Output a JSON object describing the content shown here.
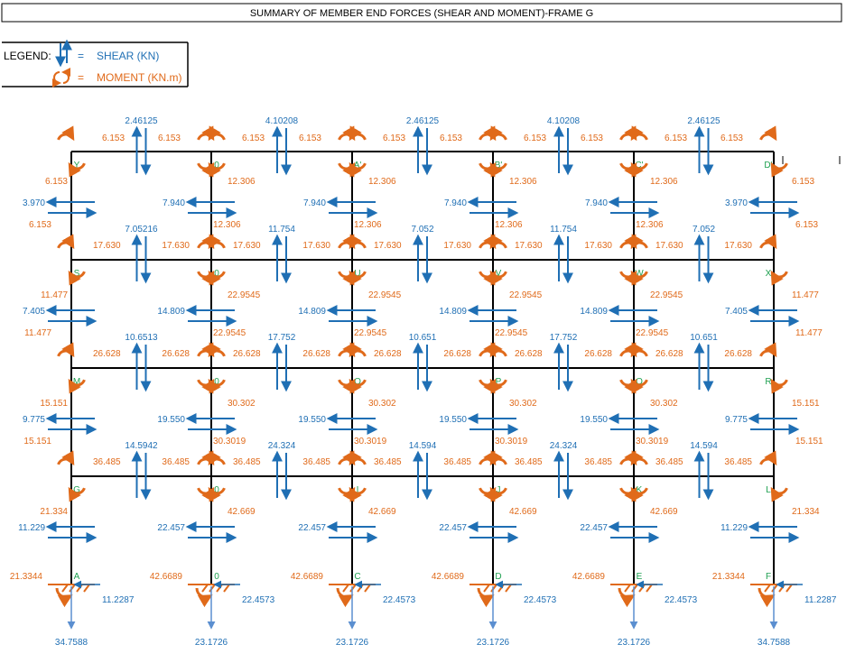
{
  "title": "SUMMARY OF MEMBER END FORCES (SHEAR AND MOMENT)-FRAME G",
  "legend": {
    "label": "LEGEND:",
    "shear_eq": "=",
    "shear_text": "SHEAR (KN)",
    "moment_eq": "=",
    "moment_text": "MOMENT (KN.m)"
  },
  "colors": {
    "shear": "#1f6fb4",
    "moment": "#e06a1a",
    "node": "#1ea050",
    "frame": "#000000",
    "support": "#e06a1a"
  },
  "nodes": [
    [
      "Y",
      "0",
      "A'",
      "B'",
      "C'",
      "D'"
    ],
    [
      "S",
      "0",
      "U",
      "V",
      "W",
      "X"
    ],
    [
      "M",
      "0",
      "O",
      "P",
      "Q",
      "R"
    ],
    [
      "G",
      "0",
      "I",
      "J",
      "K",
      "L"
    ],
    [
      "A",
      "0",
      "C",
      "D",
      "E",
      "F"
    ]
  ],
  "beam_shears": [
    [
      "2.46125",
      "4.10208",
      "2.46125",
      "4.10208",
      "2.46125"
    ],
    [
      "7.05216",
      "11.754",
      "7.052",
      "11.754",
      "7.052"
    ],
    [
      "10.6513",
      "17.752",
      "10.651",
      "17.752",
      "10.651"
    ],
    [
      "14.5942",
      "24.324",
      "14.594",
      "24.324",
      "14.594"
    ]
  ],
  "beam_moments": [
    [
      "6.153",
      "6.153",
      "6.153",
      "6.153",
      "6.153",
      "6.153",
      "6.153",
      "6.153",
      "6.153",
      "6.153"
    ],
    [
      "17.630",
      "17.630",
      "17.630",
      "17.630",
      "17.630",
      "17.630",
      "17.630",
      "17.630",
      "17.630",
      "17.630"
    ],
    [
      "26.628",
      "26.628",
      "26.628",
      "26.628",
      "26.628",
      "26.628",
      "26.628",
      "26.628",
      "26.628",
      "26.628"
    ],
    [
      "36.485",
      "36.485",
      "36.485",
      "36.485",
      "36.485",
      "36.485",
      "36.485",
      "36.485",
      "36.485",
      "36.485"
    ]
  ],
  "col_top_moments": [
    [
      "6.153",
      "12.306",
      "12.306",
      "12.306",
      "12.306",
      "6.153"
    ],
    [
      "11.477",
      "22.9545",
      "22.9545",
      "22.9545",
      "22.9545",
      "11.477"
    ],
    [
      "15.151",
      "30.302",
      "30.302",
      "30.302",
      "30.302",
      "15.151"
    ],
    [
      "21.334",
      "42.669",
      "42.669",
      "42.669",
      "42.669",
      "21.334"
    ]
  ],
  "col_bottom_moments": [
    [
      "6.153",
      "12.306",
      "12.306",
      "12.306",
      "12.306",
      "6.153"
    ],
    [
      "11.477",
      "22.9545",
      "22.9545",
      "22.9545",
      "22.9545",
      "11.477"
    ],
    [
      "15.151",
      "30.3019",
      "30.3019",
      "30.3019",
      "30.3019",
      "15.151"
    ]
  ],
  "col_shears": [
    [
      "3.970",
      "7.940",
      "7.940",
      "7.940",
      "7.940",
      "3.970"
    ],
    [
      "7.405",
      "14.809",
      "14.809",
      "14.809",
      "14.809",
      "7.405"
    ],
    [
      "9.775",
      "19.550",
      "19.550",
      "19.550",
      "19.550",
      "9.775"
    ],
    [
      "11.229",
      "22.457",
      "22.457",
      "22.457",
      "22.457",
      "11.229"
    ]
  ],
  "base_moments": [
    "21.3344",
    "42.6689",
    "42.6689",
    "42.6689",
    "42.6689",
    "21.3344"
  ],
  "base_shears": [
    "11.2287",
    "22.4573",
    "22.4573",
    "22.4573",
    "22.4573",
    "11.2287"
  ],
  "axial": [
    "34.7588",
    "23.1726",
    "23.1726",
    "23.1726",
    "23.1726",
    "34.7588"
  ]
}
